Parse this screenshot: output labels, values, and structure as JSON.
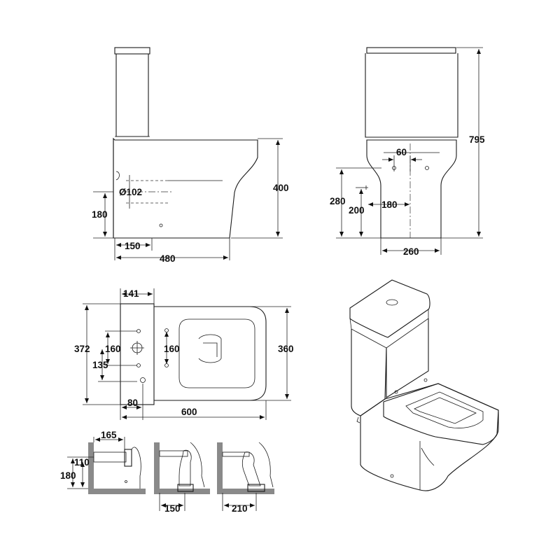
{
  "side_view": {
    "d_pipe": "Ø102",
    "h_outlet": "180",
    "w_outlet": "150",
    "w_total": "480",
    "h_pan": "400"
  },
  "front_view": {
    "w_holes": "60",
    "h_fix1": "280",
    "h_fix2": "200",
    "w_fix": "180",
    "w_base": "260",
    "h_total": "795"
  },
  "plan_view": {
    "w_cistern": "141",
    "h_total": "372",
    "h_holes1": "160",
    "h_holes2": "135",
    "h_pan_holes": "160",
    "w_back": "80",
    "w_total": "600",
    "h_pan": "360"
  },
  "install_views": {
    "w_outlet": "165",
    "h_outlet": "110",
    "h_floor": "180",
    "w_p_trap": "150",
    "w_s_trap": "210"
  }
}
